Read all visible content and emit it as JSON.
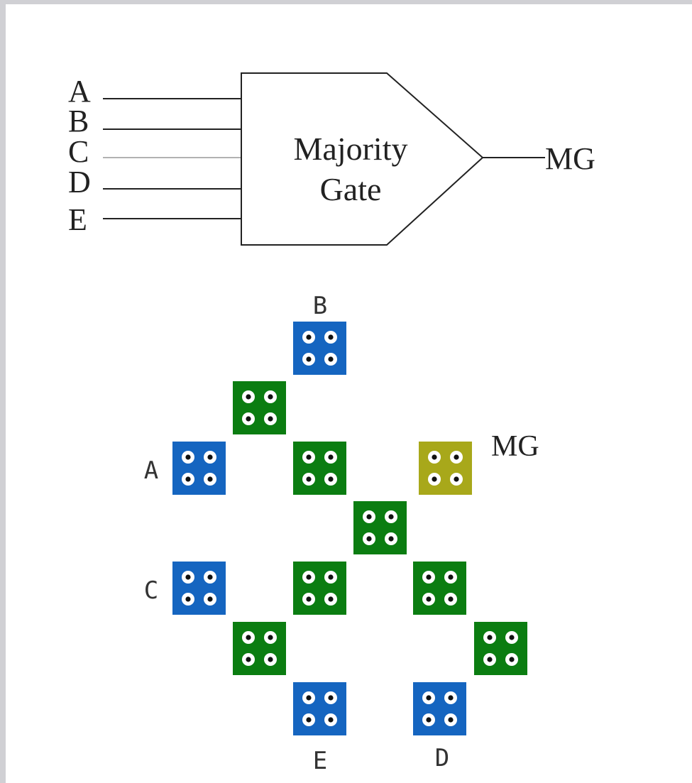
{
  "colors": {
    "input_cell": "#1565c0",
    "wire_cell": "#0b7d11",
    "output_cell": "#a8a81a",
    "dot": "#ffffff",
    "dot_center": "#111111",
    "line": "#222222",
    "frame_gray": "#cfcfd2"
  },
  "gate_symbol": {
    "inputs": [
      "A",
      "B",
      "C",
      "D",
      "E"
    ],
    "body_line1": "Majority",
    "body_line2": "Gate",
    "output": "MG"
  },
  "qca_layout": {
    "labels": {
      "b": "B",
      "a": "A",
      "c": "C",
      "e": "E",
      "d": "D",
      "mg": "MG"
    },
    "cells": [
      {
        "id": "input-b",
        "type": "input"
      },
      {
        "id": "wire-1",
        "type": "wire"
      },
      {
        "id": "input-a",
        "type": "input"
      },
      {
        "id": "wire-2",
        "type": "wire"
      },
      {
        "id": "output-mg",
        "type": "output"
      },
      {
        "id": "wire-3",
        "type": "wire"
      },
      {
        "id": "input-c",
        "type": "input"
      },
      {
        "id": "wire-4",
        "type": "wire"
      },
      {
        "id": "wire-5",
        "type": "wire"
      },
      {
        "id": "wire-6",
        "type": "wire"
      },
      {
        "id": "wire-7",
        "type": "wire"
      },
      {
        "id": "input-e",
        "type": "input"
      },
      {
        "id": "input-d",
        "type": "input"
      }
    ]
  }
}
